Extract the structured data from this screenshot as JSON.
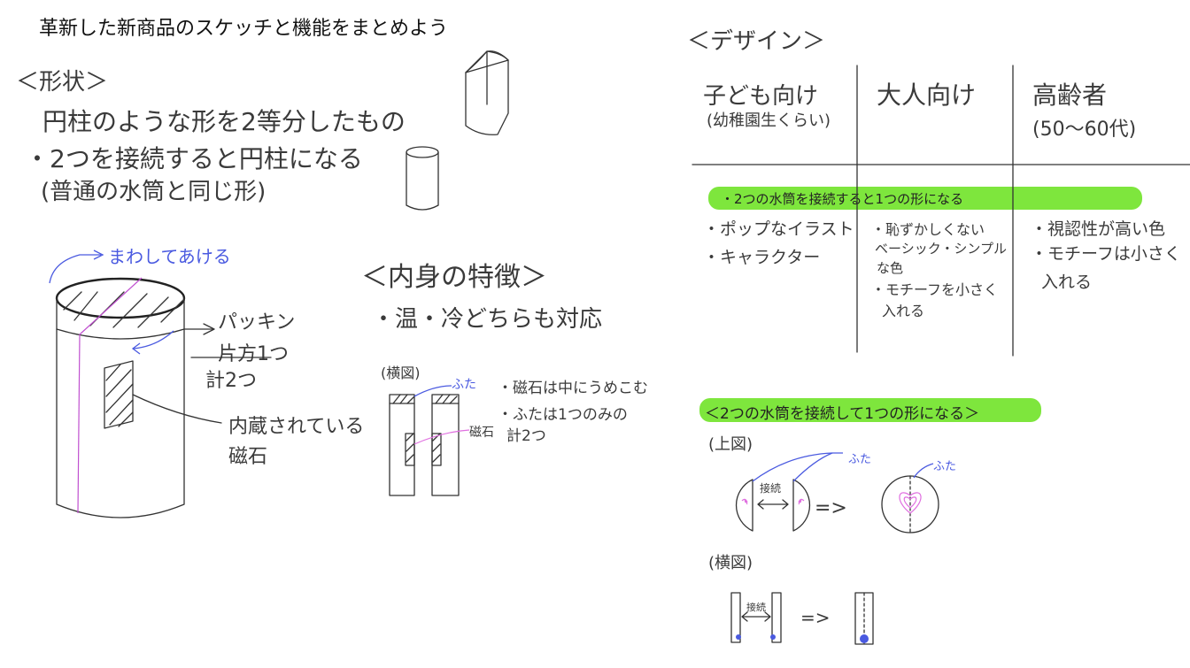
{
  "title": "革新した新商品のスケッチと機能をまとめよう",
  "shape": {
    "heading": "＜形状＞",
    "line1": "円柱のような形を2等分したもの",
    "line2": "・2つを接続すると円柱になる",
    "line3": "(普通の水筒と同じ形)"
  },
  "cylinder_sketch": {
    "rotate_label": "まわしてあける",
    "packing_label": "パッキン",
    "packing_one": "片方1つ",
    "packing_total": "計2つ",
    "magnet_label1": "内蔵されている",
    "magnet_label2": "磁石"
  },
  "features": {
    "heading": "＜内身の特徴＞",
    "item1": "・温・冷どちらも対応",
    "side_view": "(横図)",
    "lid": "ふた",
    "magnet": "磁石",
    "note1": "・磁石は中にうめこむ",
    "note2": "・ふたは1つのみの",
    "note3": "計2つ"
  },
  "design": {
    "heading": "＜デザイン＞",
    "columns": [
      {
        "header": "子ども向け",
        "sub": "(幼稚園生くらい)",
        "items": [
          "・ポップなイラスト",
          "・キャラクター"
        ]
      },
      {
        "header": "大人向け",
        "sub": "",
        "items": [
          "・恥ずかしくない",
          "ベーシック・シンプル",
          "な色",
          "・モチーフを小さく",
          "入れる"
        ]
      },
      {
        "header": "高齢者",
        "sub": "(50〜60代)",
        "items": [
          "・視認性が高い色",
          "・モチーフは小さく",
          "入れる"
        ]
      }
    ],
    "highlight": "・2つの水筒を接続すると1つの形になる"
  },
  "connect": {
    "heading": "＜2つの水筒を接続して1つの形になる＞",
    "top_view": "(上図)",
    "side_view": "(横図)",
    "lid_left": "ふた",
    "lid_right": "ふた",
    "connect_label": "接続",
    "connect_label2": "接続",
    "arrow": "=>"
  },
  "colors": {
    "ink": "#333333",
    "blue": "#4a5ae0",
    "pink": "#e070e0",
    "highlight": "#7ee63d"
  }
}
